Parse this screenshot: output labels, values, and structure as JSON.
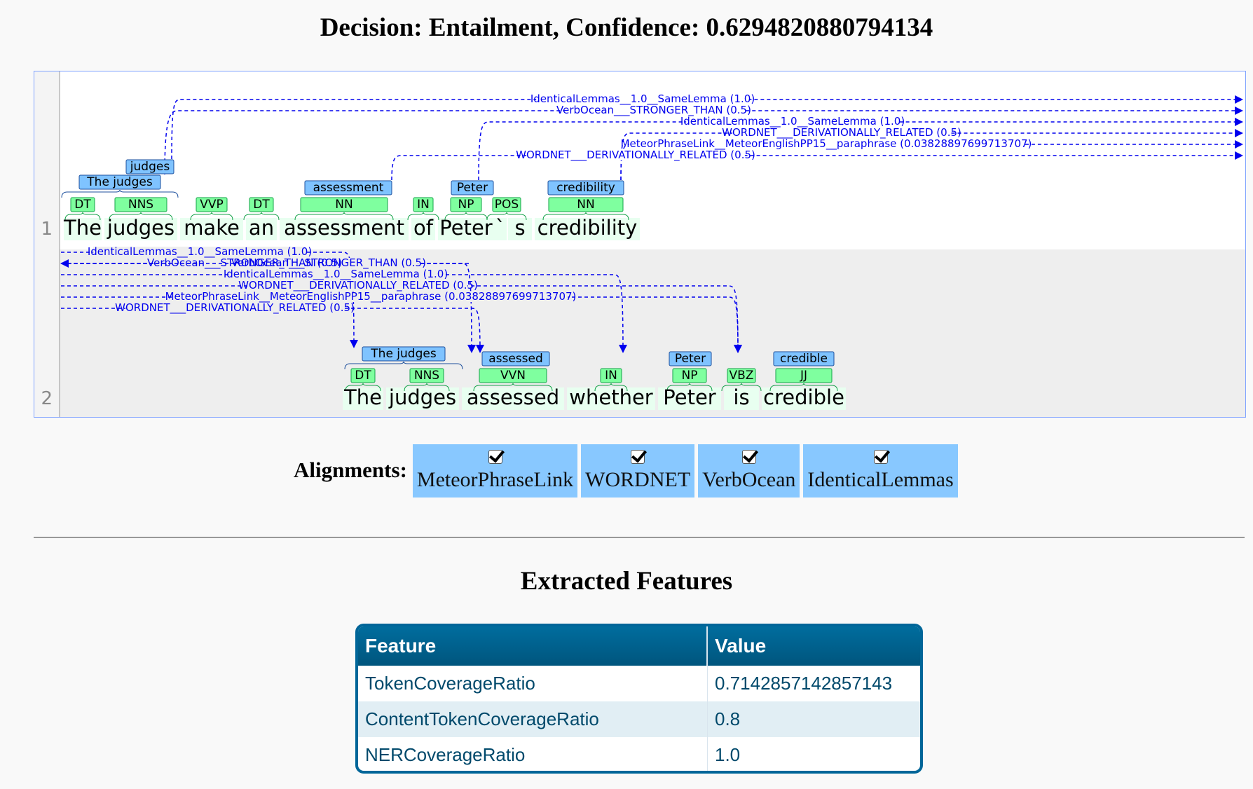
{
  "decision": {
    "title": "Decision: Entailment, Confidence: 0.6294820880794134"
  },
  "brat": {
    "sentences": [
      {
        "number": "1",
        "tokens": [
          "The",
          "judges",
          "make",
          "an",
          "assessment",
          "of",
          "Peter",
          "`",
          "s",
          "credibility"
        ],
        "pos_tags": [
          "DT",
          "NNS",
          "VVP",
          "DT",
          "NN",
          "IN",
          "NP",
          "POS",
          "NN"
        ],
        "entities": [
          "judges",
          "The judges",
          "assessment",
          "Peter",
          "credibility"
        ]
      },
      {
        "number": "2",
        "tokens": [
          "The",
          "judges",
          "assessed",
          "whether",
          "Peter",
          "is",
          "credible"
        ],
        "pos_tags": [
          "DT",
          "NNS",
          "VVN",
          "IN",
          "NP",
          "VBZ",
          "JJ"
        ],
        "entities": [
          "The judges",
          "assessed",
          "Peter",
          "credible"
        ]
      }
    ],
    "relations": [
      "IdenticalLemmas__1.0__SameLemma (1.0)",
      "VerbOcean___STRONGER_THAN (0.5)",
      "IdenticalLemmas__1.0__SameLemma (1.0)",
      "WORDNET___DERIVATIONALLY_RELATED (0.5)",
      "MeteorPhraseLink__MeteorEnglishPP15__paraphrase (0.03828897699713707)",
      "WORDNET___DERIVATIONALLY_RELATED (0.5)"
    ],
    "colors": {
      "pos_fill": "#7fff9f",
      "pos_stroke": "#16a34a",
      "entity_fill": "#7fc3ff",
      "entity_stroke": "#1c4f9c",
      "arc": "#0000ee",
      "row_alt": "#eeeeee"
    }
  },
  "alignments": {
    "label": "Alignments:",
    "items": [
      {
        "label": "MeteorPhraseLink",
        "checked": true
      },
      {
        "label": "WORDNET",
        "checked": true
      },
      {
        "label": "VerbOcean",
        "checked": true
      },
      {
        "label": "IdenticalLemmas",
        "checked": true
      }
    ]
  },
  "features": {
    "title": "Extracted Features",
    "columns": [
      "Feature",
      "Value"
    ],
    "rows": [
      [
        "TokenCoverageRatio",
        "0.7142857142857143"
      ],
      [
        "ContentTokenCoverageRatio",
        "0.8"
      ],
      [
        "NERCoverageRatio",
        "1.0"
      ]
    ]
  }
}
